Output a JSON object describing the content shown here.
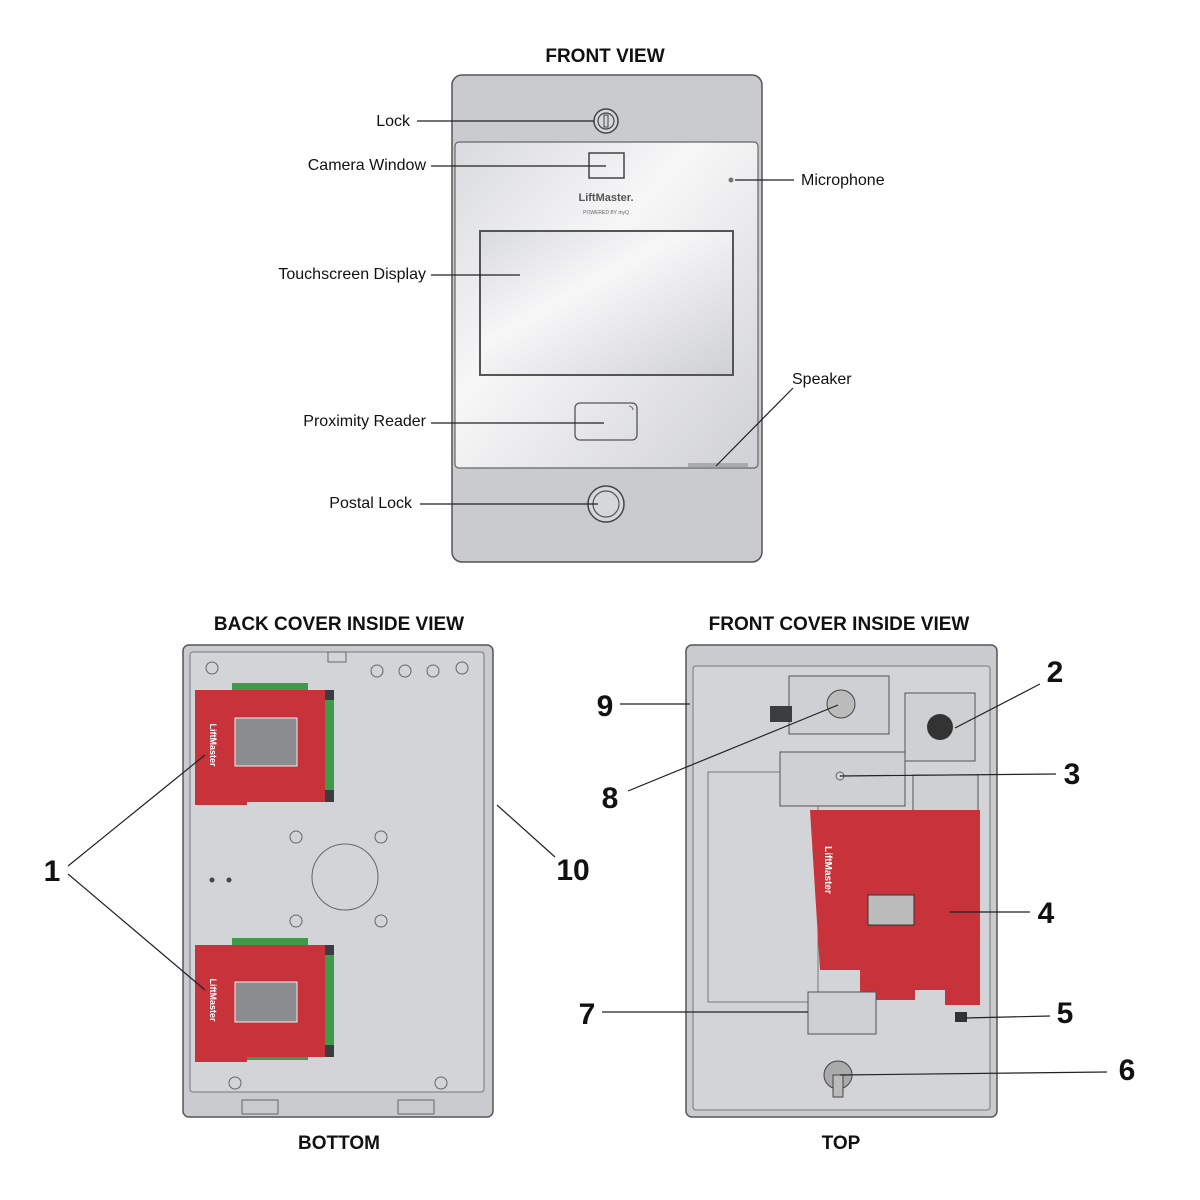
{
  "titles": {
    "front_view": "FRONT VIEW",
    "back_cover": "BACK COVER INSIDE VIEW",
    "front_cover": "FRONT COVER INSIDE VIEW",
    "bottom": "BOTTOM",
    "top": "TOP"
  },
  "front_labels": {
    "lock": "Lock",
    "camera": "Camera Window",
    "microphone": "Microphone",
    "touchscreen": "Touchscreen Display",
    "speaker": "Speaker",
    "proximity": "Proximity Reader",
    "postal_lock": "Postal Lock"
  },
  "logo": {
    "brand": "LiftMaster",
    "tagline": "POWERED BY myQ"
  },
  "callouts": {
    "n1": "1",
    "n2": "2",
    "n3": "3",
    "n4": "4",
    "n5": "5",
    "n6": "6",
    "n7": "7",
    "n8": "8",
    "n9": "9",
    "n10": "10"
  },
  "colors": {
    "housing": "#c9cbce",
    "board": "#c8323a",
    "terminal": "#3f9a4a"
  }
}
